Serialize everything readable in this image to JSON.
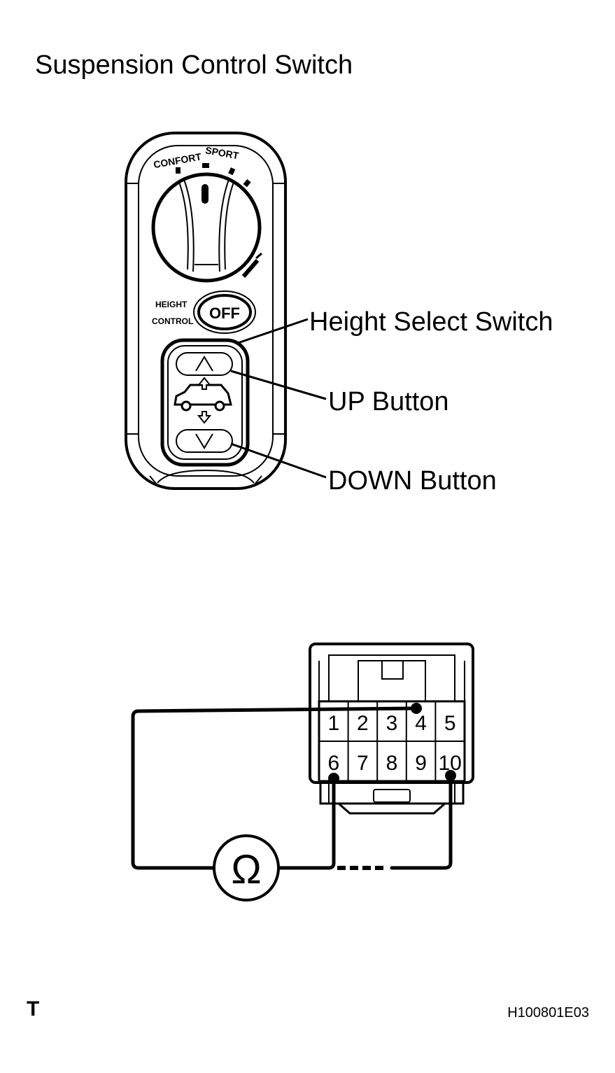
{
  "title": "Suspension Control Switch",
  "switch": {
    "dial_label_left": "CONFORT",
    "dial_label_right": "SPORT",
    "height_label_line1": "HEIGHT",
    "height_label_line2": "CONTROL",
    "off_label": "OFF"
  },
  "callouts": {
    "height_select": "Height Select Switch",
    "up_button": "UP Button",
    "down_button": "DOWN Button"
  },
  "connector": {
    "pins_top": [
      "1",
      "2",
      "3",
      "4",
      "5"
    ],
    "pins_bottom": [
      "6",
      "7",
      "8",
      "9",
      "10"
    ]
  },
  "meter_symbol": "Ω",
  "footer": {
    "left_mark": "T",
    "figure_id": "H100801E03"
  }
}
